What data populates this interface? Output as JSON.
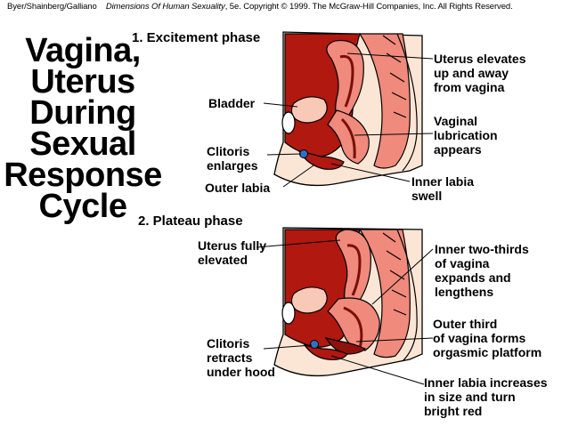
{
  "credit": {
    "authors": "Byer/Shainberg/Galliano",
    "book": "Dimensions Of Human Sexuality",
    "rest": ", 5e. Copyright © 1999. The McGraw-Hill Companies, Inc. All Rights Reserved."
  },
  "title_lines": [
    "Vagina,",
    "Uterus",
    "During",
    "Sexual",
    "Response",
    "Cycle"
  ],
  "phase1": {
    "heading": "1.  Excitement phase",
    "labels": {
      "uterus_elevates": [
        "Uterus elevates",
        "up and away",
        "from vagina"
      ],
      "bladder": [
        "Bladder"
      ],
      "vaginal_lubrication": [
        "Vaginal",
        "lubrication",
        "appears"
      ],
      "clitoris_enlarges": [
        "Clitoris",
        "enlarges"
      ],
      "outer_labia": [
        "Outer labia"
      ],
      "inner_labia_swell": [
        "Inner labia",
        "swell"
      ]
    }
  },
  "phase2": {
    "heading": "2.  Plateau phase",
    "labels": {
      "uterus_fully_elevated": [
        "Uterus fully",
        "elevated"
      ],
      "inner_two_thirds": [
        "Inner two-thirds",
        "of vagina",
        "expands and",
        "lengthens"
      ],
      "outer_third": [
        "Outer third",
        "of vagina forms",
        "orgasmic platform"
      ],
      "clitoris_retracts": [
        "Clitoris",
        "retracts",
        "under hood"
      ],
      "inner_labia_increases": [
        "Inner labia increases",
        "in size and turn",
        "bright red"
      ]
    }
  },
  "colors": {
    "dark_red": "#b01810",
    "pink": "#f08a7c",
    "light_pink": "#f9c9b8",
    "skin": "#fbe6d6",
    "blue": "#3070c8"
  }
}
